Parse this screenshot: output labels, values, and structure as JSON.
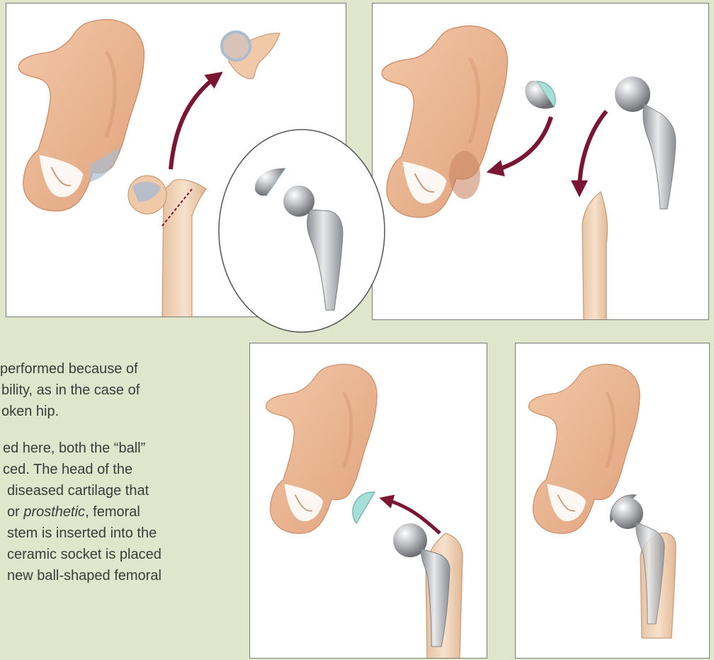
{
  "colors": {
    "background": "#dfe6cc",
    "panel_border": "#7c7c72",
    "bone": "#efbd9a",
    "bone_shade": "#d89a74",
    "femur": "#f2d7bd",
    "metal": "#b9bcbf",
    "cup_liner": "#a7ded8",
    "arrow": "#7a1632",
    "damage": "#a9bcd1"
  },
  "caption": {
    "paragraph_1": [
      "performed because of",
      "bility, as in the case of",
      "oken hip."
    ],
    "paragraph_2": [
      "ed here, both the “ball”",
      "ced. The head of the",
      "diseased cartilage that",
      "or prosthetic, femoral",
      "stem is inserted into the",
      "ceramic socket is placed",
      "new ball-shaped femoral"
    ],
    "emphasis_word": "prosthetic"
  },
  "icons": {
    "pelvis": "pelvis-illustration",
    "femur": "femur-illustration",
    "implant": "hip-implant-illustration",
    "arrow": "curved-arrow"
  }
}
